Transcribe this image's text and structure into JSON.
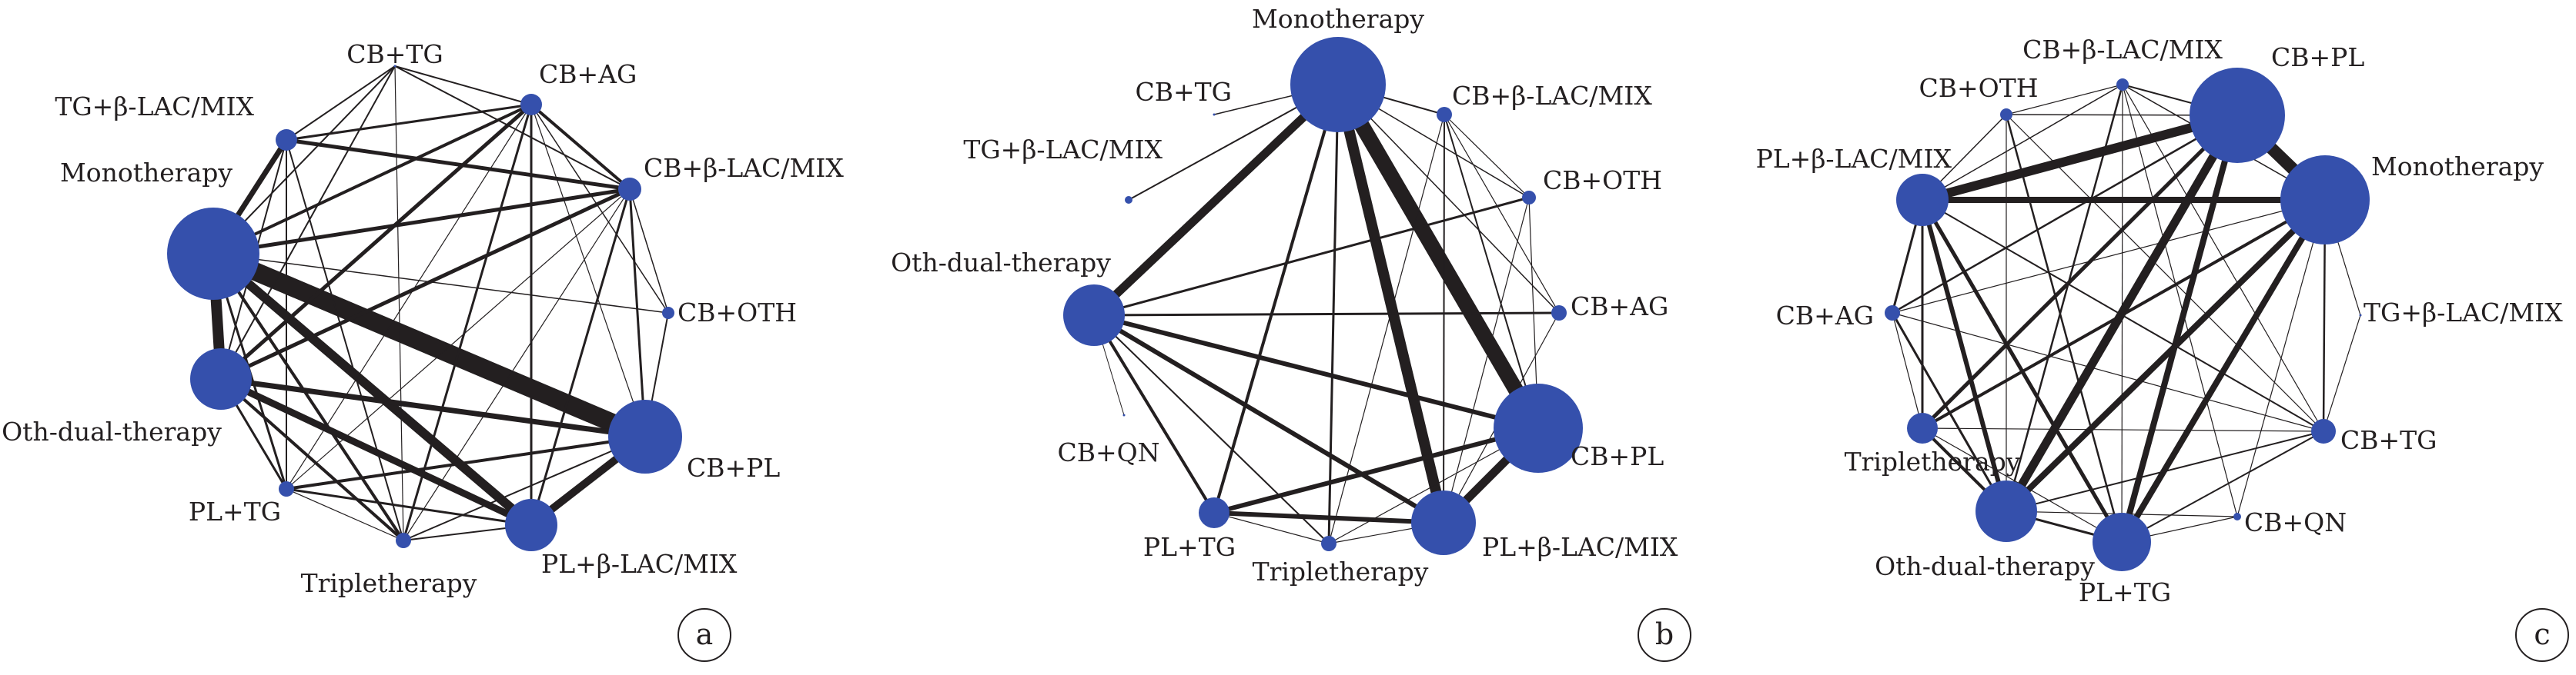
{
  "colors": {
    "node": "#3550ac",
    "edge": "#231f20",
    "background": "#ffffff"
  },
  "panels": [
    {
      "id": "a",
      "label": "a",
      "nodes": [
        {
          "id": "CB+TG",
          "label": "CB+TG"
        },
        {
          "id": "CB+AG",
          "label": "CB+AG"
        },
        {
          "id": "CB+b",
          "label": "CB+β-LAC/MIX"
        },
        {
          "id": "CB+OTH",
          "label": "CB+OTH"
        },
        {
          "id": "CB+PL",
          "label": "CB+PL"
        },
        {
          "id": "PL+b",
          "label": "PL+β-LAC/MIX"
        },
        {
          "id": "Triple",
          "label": "Tripletherapy"
        },
        {
          "id": "PL+TG",
          "label": "PL+TG"
        },
        {
          "id": "Oth",
          "label": "Oth-dual-therapy"
        },
        {
          "id": "Mono",
          "label": "Monotherapy"
        },
        {
          "id": "TG+b",
          "label": "TG+β-LAC/MIX"
        }
      ],
      "edges": [
        {
          "a": "Mono",
          "b": "CB+PL",
          "w": 24
        },
        {
          "a": "Mono",
          "b": "Oth",
          "w": 14
        },
        {
          "a": "Mono",
          "b": "PL+b",
          "w": 12
        },
        {
          "a": "Oth",
          "b": "PL+b",
          "w": 9
        },
        {
          "a": "CB+PL",
          "b": "PL+b",
          "w": 10
        },
        {
          "a": "Oth",
          "b": "CB+PL",
          "w": 7
        },
        {
          "a": "Mono",
          "b": "TG+b",
          "w": 7
        },
        {
          "a": "TG+b",
          "b": "CB+b",
          "w": 5
        },
        {
          "a": "CB+AG",
          "b": "Oth",
          "w": 5
        },
        {
          "a": "Mono",
          "b": "CB+b",
          "w": 5
        },
        {
          "a": "Oth",
          "b": "CB+b",
          "w": 5
        },
        {
          "a": "Mono",
          "b": "CB+AG",
          "w": 4
        },
        {
          "a": "PL+TG",
          "b": "CB+PL",
          "w": 4
        },
        {
          "a": "Oth",
          "b": "Triple",
          "w": 4
        },
        {
          "a": "Mono",
          "b": "Triple",
          "w": 4
        },
        {
          "a": "CB+AG",
          "b": "CB+b",
          "w": 4
        },
        {
          "a": "CB+AG",
          "b": "Triple",
          "w": 3
        },
        {
          "a": "CB+b",
          "b": "PL+b",
          "w": 3
        },
        {
          "a": "CB+b",
          "b": "CB+PL",
          "w": 3
        },
        {
          "a": "Mono",
          "b": "PL+TG",
          "w": 3
        },
        {
          "a": "Oth",
          "b": "PL+TG",
          "w": 3
        },
        {
          "a": "PL+TG",
          "b": "PL+b",
          "w": 3
        },
        {
          "a": "CB+AG",
          "b": "TG+b",
          "w": 3
        },
        {
          "a": "CB+AG",
          "b": "PL+b",
          "w": 3
        },
        {
          "a": "TG+b",
          "b": "CB+TG",
          "w": 2
        },
        {
          "a": "CB+TG",
          "b": "CB+AG",
          "w": 2
        },
        {
          "a": "CB+TG",
          "b": "CB+b",
          "w": 2
        },
        {
          "a": "CB+TG",
          "b": "Oth",
          "w": 2
        },
        {
          "a": "CB+TG",
          "b": "Mono",
          "w": 2
        },
        {
          "a": "TG+b",
          "b": "Oth",
          "w": 2
        },
        {
          "a": "TG+b",
          "b": "PL+TG",
          "w": 2
        },
        {
          "a": "TG+b",
          "b": "Triple",
          "w": 2
        },
        {
          "a": "CB+OTH",
          "b": "CB+PL",
          "w": 2
        },
        {
          "a": "Triple",
          "b": "PL+b",
          "w": 2
        },
        {
          "a": "Triple",
          "b": "CB+PL",
          "w": 2
        },
        {
          "a": "Mono",
          "b": "CB+OTH",
          "w": 1.5
        },
        {
          "a": "CB+b",
          "b": "CB+OTH",
          "w": 1.5
        },
        {
          "a": "CB+AG",
          "b": "CB+OTH",
          "w": 1.5
        },
        {
          "a": "CB+TG",
          "b": "Triple",
          "w": 1.2
        },
        {
          "a": "CB+AG",
          "b": "PL+TG",
          "w": 1.2
        },
        {
          "a": "CB+b",
          "b": "Triple",
          "w": 1.2
        },
        {
          "a": "CB+b",
          "b": "PL+TG",
          "w": 1.2
        },
        {
          "a": "CB+AG",
          "b": "CB+PL",
          "w": 1.2
        },
        {
          "a": "PL+TG",
          "b": "Triple",
          "w": 1.2
        }
      ]
    },
    {
      "id": "b",
      "label": "b",
      "nodes": [
        {
          "id": "Mono",
          "label": "Monotherapy"
        },
        {
          "id": "CB+b",
          "label": "CB+β-LAC/MIX"
        },
        {
          "id": "CB+OTH",
          "label": "CB+OTH"
        },
        {
          "id": "CB+AG",
          "label": "CB+AG"
        },
        {
          "id": "CB+PL",
          "label": "CB+PL"
        },
        {
          "id": "PL+b",
          "label": "PL+β-LAC/MIX"
        },
        {
          "id": "Triple",
          "label": "Tripletherapy"
        },
        {
          "id": "PL+TG",
          "label": "PL+TG"
        },
        {
          "id": "CB+QN",
          "label": "CB+QN"
        },
        {
          "id": "Oth",
          "label": "Oth-dual-therapy"
        },
        {
          "id": "TG+b",
          "label": "TG+β-LAC/MIX"
        },
        {
          "id": "CB+TG",
          "label": "CB+TG"
        }
      ],
      "edges": [
        {
          "a": "Mono",
          "b": "CB+PL",
          "w": 20
        },
        {
          "a": "Mono",
          "b": "PL+b",
          "w": 14
        },
        {
          "a": "Mono",
          "b": "Oth",
          "w": 11
        },
        {
          "a": "CB+PL",
          "b": "PL+b",
          "w": 11
        },
        {
          "a": "PL+TG",
          "b": "CB+PL",
          "w": 6
        },
        {
          "a": "Oth",
          "b": "CB+PL",
          "w": 6
        },
        {
          "a": "Oth",
          "b": "PL+b",
          "w": 6
        },
        {
          "a": "PL+TG",
          "b": "PL+b",
          "w": 6
        },
        {
          "a": "Mono",
          "b": "PL+TG",
          "w": 4
        },
        {
          "a": "Oth",
          "b": "PL+TG",
          "w": 4
        },
        {
          "a": "Oth",
          "b": "CB+AG",
          "w": 3
        },
        {
          "a": "Oth",
          "b": "CB+OTH",
          "w": 3
        },
        {
          "a": "Mono",
          "b": "Triple",
          "w": 3
        },
        {
          "a": "Oth",
          "b": "Triple",
          "w": 2
        },
        {
          "a": "Mono",
          "b": "CB+b",
          "w": 2
        },
        {
          "a": "Mono",
          "b": "TG+b",
          "w": 2
        },
        {
          "a": "CB+b",
          "b": "PL+b",
          "w": 2
        },
        {
          "a": "CB+b",
          "b": "CB+PL",
          "w": 2
        },
        {
          "a": "Mono",
          "b": "CB+TG",
          "w": 1.5
        },
        {
          "a": "Mono",
          "b": "CB+OTH",
          "w": 1.5
        },
        {
          "a": "Mono",
          "b": "CB+AG",
          "w": 1.5
        },
        {
          "a": "CB+b",
          "b": "CB+OTH",
          "w": 1.2
        },
        {
          "a": "CB+b",
          "b": "CB+AG",
          "w": 1.2
        },
        {
          "a": "CB+b",
          "b": "Triple",
          "w": 1.2
        },
        {
          "a": "CB+OTH",
          "b": "CB+PL",
          "w": 1.2
        },
        {
          "a": "CB+OTH",
          "b": "PL+b",
          "w": 1.2
        },
        {
          "a": "CB+AG",
          "b": "PL+b",
          "w": 1.2
        },
        {
          "a": "Oth",
          "b": "CB+QN",
          "w": 1
        },
        {
          "a": "Triple",
          "b": "PL+b",
          "w": 1.2
        },
        {
          "a": "PL+TG",
          "b": "Triple",
          "w": 1.2
        },
        {
          "a": "Triple",
          "b": "CB+PL",
          "w": 1.2
        }
      ]
    },
    {
      "id": "c",
      "label": "c",
      "nodes": [
        {
          "id": "CB+b",
          "label": "CB+β-LAC/MIX"
        },
        {
          "id": "CB+PL",
          "label": "CB+PL"
        },
        {
          "id": "Mono",
          "label": "Monotherapy"
        },
        {
          "id": "TG+b",
          "label": "TG+β-LAC/MIX"
        },
        {
          "id": "CB+TG",
          "label": "CB+TG"
        },
        {
          "id": "CB+QN",
          "label": "CB+QN"
        },
        {
          "id": "PL+TG",
          "label": "PL+TG"
        },
        {
          "id": "Oth",
          "label": "Oth-dual-therapy"
        },
        {
          "id": "Triple",
          "label": "Tripletherapy"
        },
        {
          "id": "CB+AG",
          "label": "CB+AG"
        },
        {
          "id": "PL+b",
          "label": "PL+β-LAC/MIX"
        },
        {
          "id": "CB+OTH",
          "label": "CB+OTH"
        }
      ],
      "edges": [
        {
          "a": "CB+PL",
          "b": "Mono",
          "w": 16
        },
        {
          "a": "PL+b",
          "b": "CB+PL",
          "w": 12
        },
        {
          "a": "CB+PL",
          "b": "Oth",
          "w": 11
        },
        {
          "a": "PL+b",
          "b": "Mono",
          "w": 8
        },
        {
          "a": "Mono",
          "b": "Oth",
          "w": 8
        },
        {
          "a": "Mono",
          "b": "PL+TG",
          "w": 8
        },
        {
          "a": "CB+PL",
          "b": "PL+TG",
          "w": 8
        },
        {
          "a": "Oth",
          "b": "PL+b",
          "w": 6
        },
        {
          "a": "PL+b",
          "b": "PL+TG",
          "w": 5
        },
        {
          "a": "CB+PL",
          "b": "Triple",
          "w": 5
        },
        {
          "a": "Mono",
          "b": "Triple",
          "w": 4
        },
        {
          "a": "Triple",
          "b": "Oth",
          "w": 4
        },
        {
          "a": "PL+b",
          "b": "Triple",
          "w": 3
        },
        {
          "a": "Oth",
          "b": "PL+TG",
          "w": 3
        },
        {
          "a": "Oth",
          "b": "CB+AG",
          "w": 3
        },
        {
          "a": "CB+AG",
          "b": "PL+b",
          "w": 3
        },
        {
          "a": "CB+AG",
          "b": "CB+PL",
          "w": 2.5
        },
        {
          "a": "CB+b",
          "b": "Oth",
          "w": 2.5
        },
        {
          "a": "CB+OTH",
          "b": "PL+TG",
          "w": 2.5
        },
        {
          "a": "Mono",
          "b": "CB+TG",
          "w": 2.5
        },
        {
          "a": "CB+TG",
          "b": "Oth",
          "w": 2
        },
        {
          "a": "CB+TG",
          "b": "PL+TG",
          "w": 2
        },
        {
          "a": "PL+b",
          "b": "CB+TG",
          "w": 2
        },
        {
          "a": "CB+b",
          "b": "CB+PL",
          "w": 2
        },
        {
          "a": "PL+b",
          "b": "CB+b",
          "w": 1.5
        },
        {
          "a": "PL+b",
          "b": "CB+OTH",
          "w": 1.5
        },
        {
          "a": "CB+OTH",
          "b": "CB+PL",
          "w": 1.5
        },
        {
          "a": "CB+OTH",
          "b": "CB+b",
          "w": 1.2
        },
        {
          "a": "CB+b",
          "b": "Mono",
          "w": 1.5
        },
        {
          "a": "CB+b",
          "b": "CB+TG",
          "w": 1.2
        },
        {
          "a": "CB+b",
          "b": "CB+QN",
          "w": 1.2
        },
        {
          "a": "CB+b",
          "b": "PL+TG",
          "w": 1.2
        },
        {
          "a": "CB+OTH",
          "b": "Oth",
          "w": 1.2
        },
        {
          "a": "CB+OTH",
          "b": "CB+TG",
          "w": 1.2
        },
        {
          "a": "CB+AG",
          "b": "Triple",
          "w": 1.2
        },
        {
          "a": "CB+AG",
          "b": "Mono",
          "w": 1.2
        },
        {
          "a": "CB+AG",
          "b": "CB+TG",
          "w": 1.2
        },
        {
          "a": "Triple",
          "b": "PL+TG",
          "w": 1.2
        },
        {
          "a": "Triple",
          "b": "CB+TG",
          "w": 1.2
        },
        {
          "a": "TG+b",
          "b": "Mono",
          "w": 1.2
        },
        {
          "a": "TG+b",
          "b": "CB+TG",
          "w": 1.2
        },
        {
          "a": "CB+QN",
          "b": "Mono",
          "w": 1.2
        },
        {
          "a": "CB+QN",
          "b": "PL+TG",
          "w": 1.2
        },
        {
          "a": "CB+QN",
          "b": "Oth",
          "w": 1.2
        }
      ]
    }
  ]
}
